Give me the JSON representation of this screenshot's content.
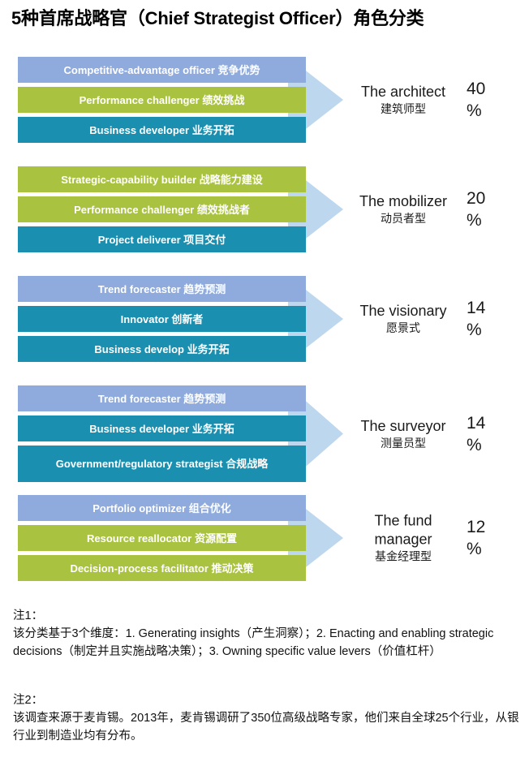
{
  "title": "5种首席战略官（Chief Strategist Officer）角色分类",
  "colors": {
    "periwinkle": "#8faadc",
    "green": "#a9c23f",
    "teal": "#1b8fb0",
    "arrow": "#bdd7ee",
    "bar_text": "#ffffff",
    "body_text": "#1a1a1a"
  },
  "chart_data": {
    "type": "bar",
    "title": "5种首席战略官（Chief Strategist Officer）角色分类",
    "xlabel": "",
    "ylabel": "",
    "categories": [
      "The architect 建筑师型",
      "The mobilizer 动员者型",
      "The visionary 愿景式",
      "The surveyor 测量员型",
      "The fund manager 基金经理型"
    ],
    "values": [
      40,
      20,
      14,
      14,
      12
    ],
    "value_unit": "%",
    "legend": []
  },
  "groups": [
    {
      "role_en": "The architect",
      "role_cn": "建筑师型",
      "pct": "40",
      "pct_sym": "%",
      "bars": [
        {
          "label": "Competitive-advantage officer 竞争优势",
          "color": "periwinkle"
        },
        {
          "label": "Performance challenger 绩效挑战",
          "color": "green"
        },
        {
          "label": "Business developer 业务开拓",
          "color": "teal"
        }
      ]
    },
    {
      "role_en": "The mobilizer",
      "role_cn": "动员者型",
      "pct": "20",
      "pct_sym": "%",
      "bars": [
        {
          "label": "Strategic-capability builder 战略能力建设",
          "color": "green"
        },
        {
          "label": "Performance challenger 绩效挑战者",
          "color": "green"
        },
        {
          "label": "Project deliverer 项目交付",
          "color": "teal"
        }
      ]
    },
    {
      "role_en": "The visionary",
      "role_cn": "愿景式",
      "pct": "14",
      "pct_sym": "%",
      "bars": [
        {
          "label": "Trend forecaster 趋势预测",
          "color": "periwinkle"
        },
        {
          "label": "Innovator 创新者",
          "color": "teal"
        },
        {
          "label": "Business develop 业务开拓",
          "color": "teal"
        }
      ]
    },
    {
      "role_en": "The surveyor",
      "role_cn": "测量员型",
      "pct": "14",
      "pct_sym": "%",
      "bars": [
        {
          "label": "Trend forecaster 趋势预测",
          "color": "periwinkle"
        },
        {
          "label": "Business developer 业务开拓",
          "color": "teal"
        },
        {
          "label": "Government/regulatory strategist 合规战略",
          "color": "teal",
          "tall": true
        }
      ]
    },
    {
      "role_en": "The fund manager",
      "role_cn": "基金经理型",
      "pct": "12",
      "pct_sym": "%",
      "bars": [
        {
          "label": "Portfolio optimizer 组合优化",
          "color": "periwinkle"
        },
        {
          "label": "Resource reallocator 资源配置",
          "color": "green"
        },
        {
          "label": "Decision-process facilitator 推动决策",
          "color": "green"
        }
      ]
    }
  ],
  "notes": {
    "note1_label": "注1：",
    "note1_body": "该分类基于3个维度：1. Generating insights（产生洞察）；2. Enacting and enabling strategic decisions（制定并且实施战略决策）；3. Owning specific value levers（价值杠杆）",
    "note2_label": "注2：",
    "note2_body": "该调查来源于麦肯锡。2013年，麦肯锡调研了350位高级战略专家，他们来自全球25个行业，从银行业到制造业均有分布。"
  }
}
